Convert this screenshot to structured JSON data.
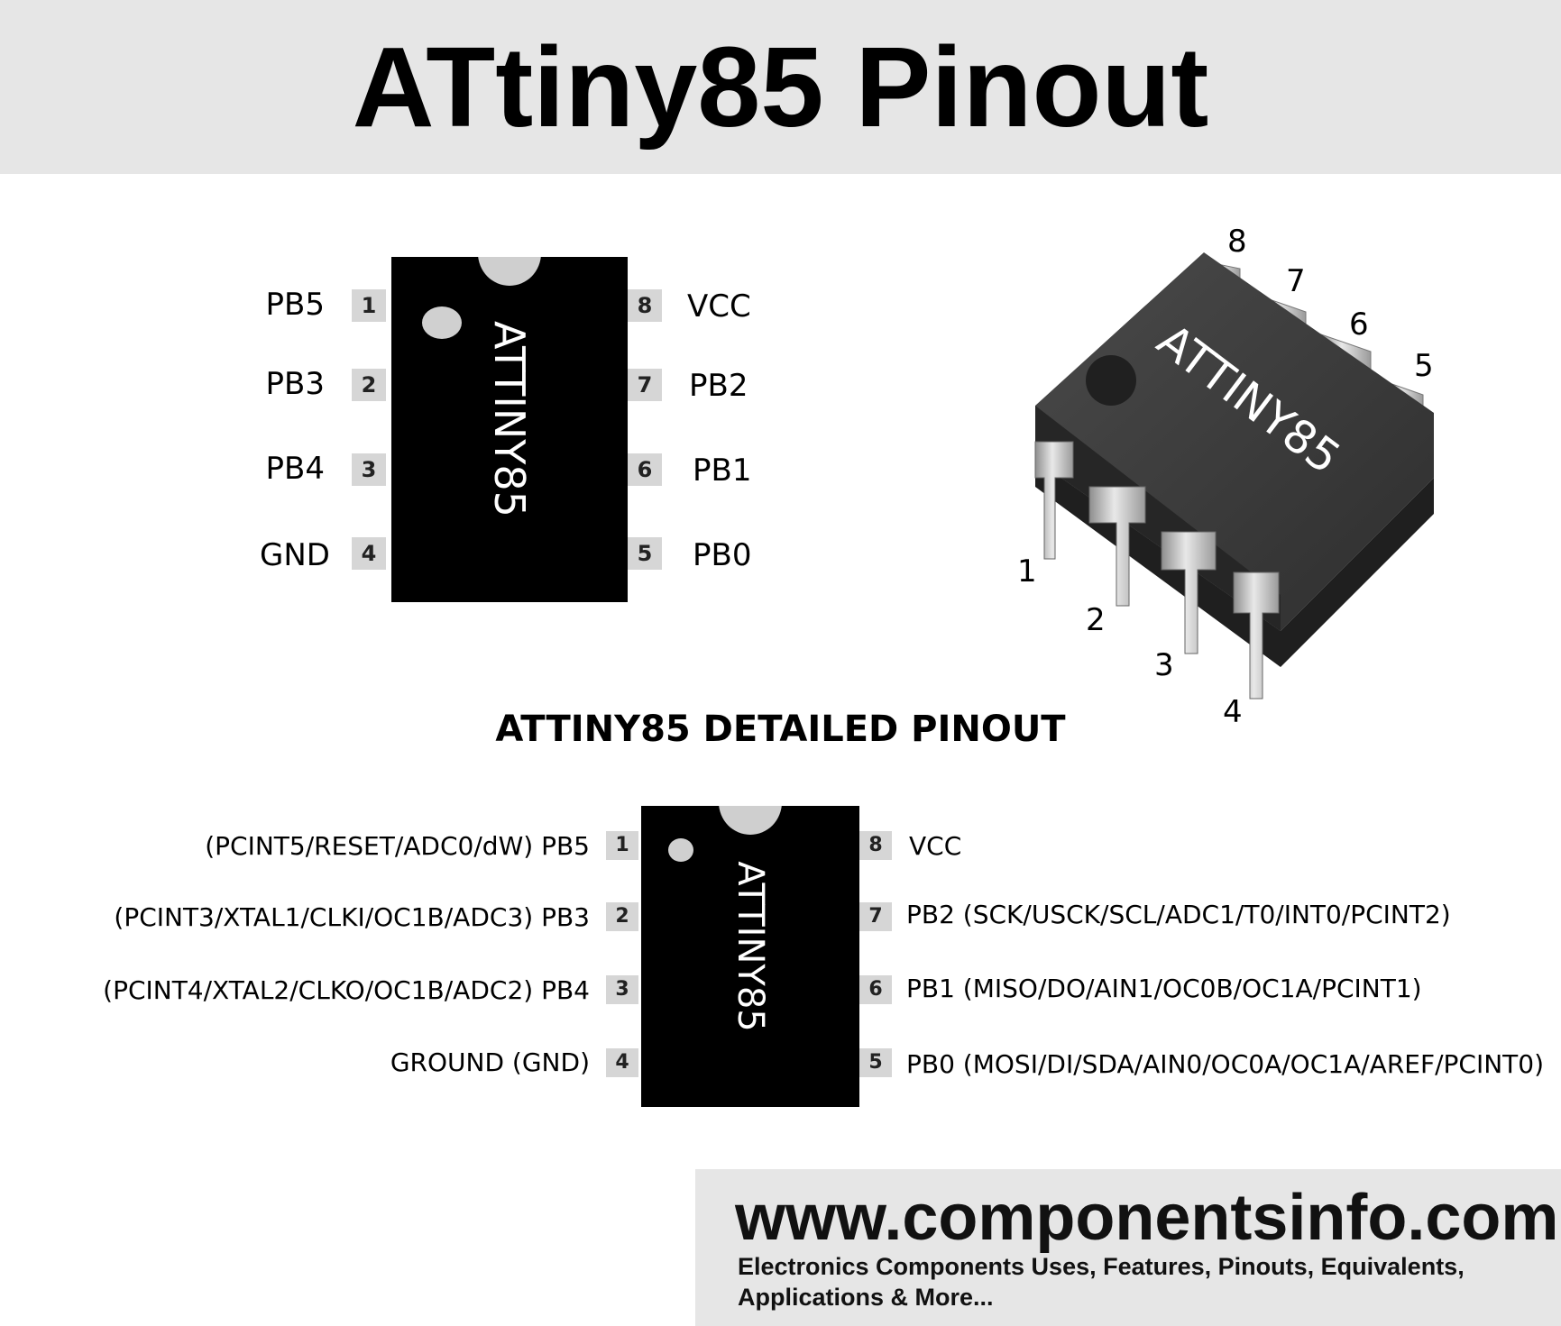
{
  "title": "ATtiny85 Pinout",
  "simple_pinout": {
    "chip_label": "ATTINY85",
    "left_pins": [
      {
        "number": "1",
        "name": "PB5"
      },
      {
        "number": "2",
        "name": "PB3"
      },
      {
        "number": "3",
        "name": "PB4"
      },
      {
        "number": "4",
        "name": "GND"
      }
    ],
    "right_pins": [
      {
        "number": "8",
        "name": "VCC"
      },
      {
        "number": "7",
        "name": "PB2"
      },
      {
        "number": "6",
        "name": "PB1"
      },
      {
        "number": "5",
        "name": "PB0"
      }
    ]
  },
  "photo": {
    "chip_label": "ATTINY85",
    "pin_numbers": [
      "1",
      "2",
      "3",
      "4",
      "5",
      "6",
      "7",
      "8"
    ]
  },
  "detailed_heading": "ATTINY85 DETAILED PINOUT",
  "detailed_pinout": {
    "chip_label": "ATTINY85",
    "left_pins": [
      {
        "number": "1",
        "name": "(PCINT5/RESET/ADC0/dW) PB5"
      },
      {
        "number": "2",
        "name": "(PCINT3/XTAL1/CLKI/OC1B/ADC3) PB3"
      },
      {
        "number": "3",
        "name": "(PCINT4/XTAL2/CLKO/OC1B/ADC2) PB4"
      },
      {
        "number": "4",
        "name": "GROUND (GND)"
      }
    ],
    "right_pins": [
      {
        "number": "8",
        "name": "VCC"
      },
      {
        "number": "7",
        "name": "PB2 (SCK/USCK/SCL/ADC1/T0/INT0/PCINT2)"
      },
      {
        "number": "6",
        "name": "PB1 (MISO/DO/AIN1/OC0B/OC1A/PCINT1)"
      },
      {
        "number": "5",
        "name": "PB0 (MOSI/DI/SDA/AIN0/OC0A/OC1A/AREF/PCINT0)"
      }
    ]
  },
  "footer": {
    "url": "www.componentsinfo.com",
    "tagline_line1": "Electronics Components Uses, Features, Pinouts, Equivalents,",
    "tagline_line2": "Applications & More..."
  },
  "colors": {
    "header_bg": "#e6e6e6",
    "chip_body": "#000000",
    "pin_pad": "#d6d6d6",
    "footer_bg": "#e6e6e6"
  }
}
